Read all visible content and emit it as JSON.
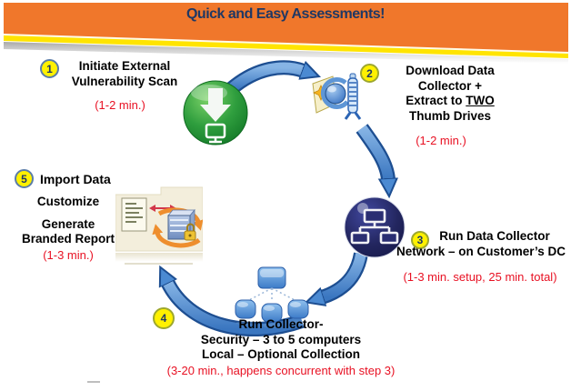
{
  "banner": {
    "title": "Quick and Easy Assessments!",
    "bg_color": "#F0772B",
    "stripe_color": "#FFE400",
    "title_color": "#1F3864"
  },
  "colors": {
    "arrow_blue": "#4B8AD2",
    "arrow_border": "#1D4E91",
    "badge_yellow": "#FFF100",
    "time_red": "#E81123",
    "step_text": "#000000"
  },
  "steps": [
    {
      "number": "1",
      "lines": [
        "Initiate External",
        "Vulnerability Scan"
      ],
      "time": "(1-2 min.)",
      "icon": "download-icon"
    },
    {
      "number": "2",
      "lines": [
        "Download Data",
        "Collector +"
      ],
      "line3_prefix": "Extract to ",
      "line3_word": "TWO",
      "line4": "Thumb Drives",
      "time": "(1-2 min.)",
      "icon": "winzip-archive-icon"
    },
    {
      "number": "3",
      "lines": [
        "Run Data Collector",
        "Network – on Customer’s DC"
      ],
      "time": "(1-3 min. setup, 25 min. total)",
      "icon": "network-icon"
    },
    {
      "number": "4",
      "lines": [
        "Run Collector-",
        "Security – 3 to 5 computers",
        "Local – Optional Collection"
      ],
      "time": "(3-20 min., happens concurrent with step 3)",
      "icon": "computer-cluster-icon"
    },
    {
      "number": "5",
      "lines": [
        "Import Data",
        "Customize",
        "Generate",
        "Branded Report"
      ],
      "time": "(1-3 min.)",
      "icon": "report-generation-icon"
    }
  ]
}
